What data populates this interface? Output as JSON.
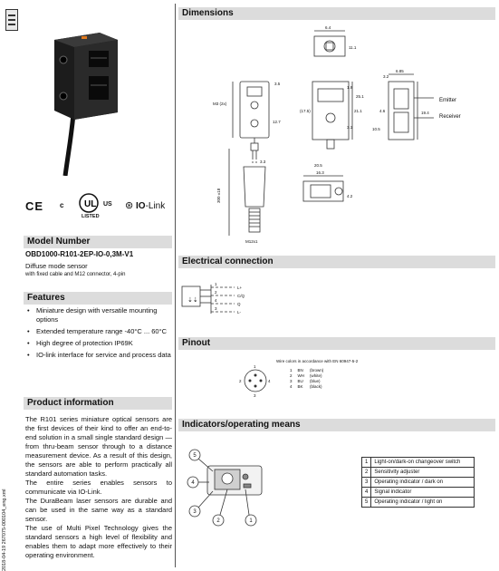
{
  "model": {
    "heading": "Model Number",
    "number": "OBD1000-R101-2EP-IO-0,3M-V1",
    "description": "Diffuse mode sensor",
    "details": "with fixed cable and M12 connector, 4-pin"
  },
  "certifications": {
    "ce": "CE",
    "ul_left": "c",
    "ul_right": "US",
    "ul_bottom": "LISTED",
    "io_bold": "IO",
    "io_rest": "-Link"
  },
  "features": {
    "heading": "Features",
    "items": [
      "Miniature design with versatile mounting options",
      "Extended temperature range -40°C ... 60°C",
      "High degree of protection IP69K",
      "IO-link interface for service and process data"
    ]
  },
  "product_info": {
    "heading": "Product information",
    "paragraphs": [
      "The R101 series miniature optical sensors are the first devices of their kind to offer an end-to-end solution in a small single standard design — from thru-beam sensor through to a distance measurement device. As a result of this design, the sensors are able to perform practically all standard automation tasks.",
      "The entire series enables sensors to communicate via IO-Link.",
      "The DuraBeam laser sensors are durable and can be used in the same way as a standard sensor.",
      "The use of Multi Pixel Technology gives the standard sensors a high level of flexibility and enables them to adapt more effectively to their operating environment."
    ]
  },
  "side_code": "2018-04-19   267075-000104_eng.xml",
  "dimensions": {
    "heading": "Dimensions",
    "emitter": "Emitter",
    "receiver": "Receiver",
    "labels": [
      "6.4",
      "11.1",
      "M3 (2x)",
      "3.5",
      "21.1",
      "(17.5)",
      "1.9",
      "3.1",
      "25.1",
      "12.7",
      "6.85",
      "3.2",
      "4.6",
      "19.4",
      "10.5",
      "20.5",
      "16.3",
      "4.2",
      "3.3",
      "300 ±18",
      "M12x1"
    ]
  },
  "electrical": {
    "heading": "Electrical connection",
    "pins": [
      "1",
      "2",
      "4",
      "3"
    ],
    "signals": [
      "L+",
      "C/Q",
      "Q",
      "L-"
    ]
  },
  "pinout": {
    "heading": "Pinout",
    "wire_title": "Wire colors in accordance with EN 60947-5-2",
    "pin_labels": [
      "1",
      "2",
      "3",
      "4"
    ],
    "wires": [
      {
        "pin": "1",
        "code": "BN",
        "color": "(brown)"
      },
      {
        "pin": "2",
        "code": "WH",
        "color": "(white)"
      },
      {
        "pin": "3",
        "code": "BU",
        "color": "(blue)"
      },
      {
        "pin": "4",
        "code": "BK",
        "color": "(black)"
      }
    ]
  },
  "indicators": {
    "heading": "Indicators/operating means",
    "callouts": [
      "5",
      "4",
      "3",
      "2",
      "1"
    ],
    "legend": [
      {
        "num": "1",
        "text": "Light-on/dark-on changeover switch"
      },
      {
        "num": "2",
        "text": "Sensitivity adjuster"
      },
      {
        "num": "3",
        "text": "Operating indicator / dark on"
      },
      {
        "num": "4",
        "text": "Signal indicator"
      },
      {
        "num": "5",
        "text": "Operating indicator / light on"
      }
    ]
  },
  "colors": {
    "header_bg": "#dcdcdc",
    "line": "#333333",
    "sensor_body": "#1a1a1a"
  }
}
